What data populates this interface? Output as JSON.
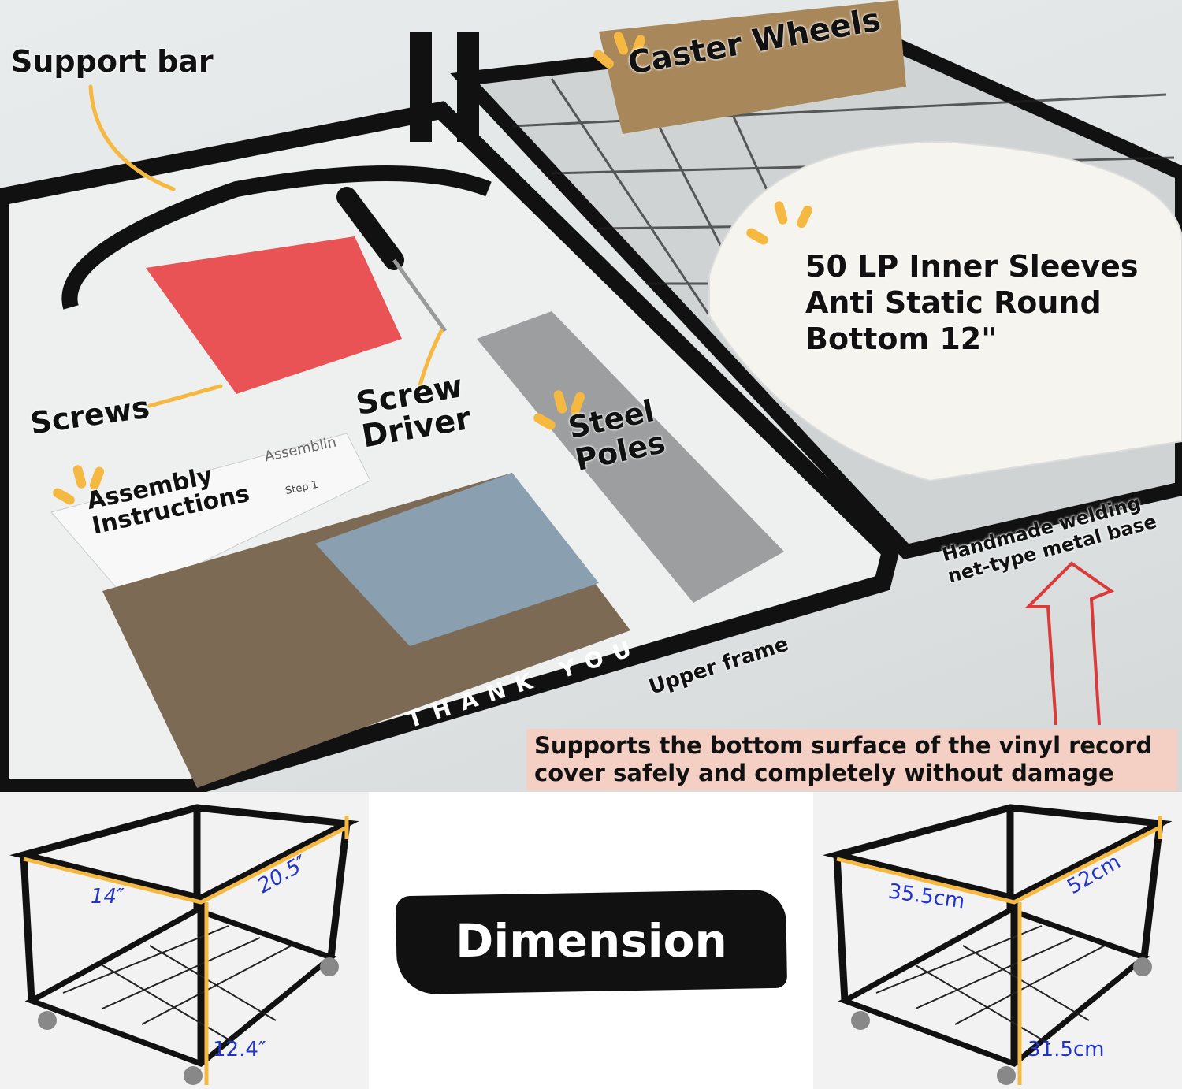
{
  "labels": {
    "support_bar": "Support bar",
    "caster_wheels": "Caster Wheels",
    "inner_sleeves": [
      "50 LP Inner Sleeves",
      "Anti Static Round",
      "Bottom 12\""
    ],
    "screws": "Screws",
    "screw_driver": [
      "Screw",
      "Driver"
    ],
    "steel_poles": [
      "Steel",
      "Poles"
    ],
    "assembly_instructions": [
      "Assembly",
      "Instructions"
    ],
    "handmade_base": [
      "Handmade welding",
      "net-type metal base"
    ],
    "upper_frame": "Upper frame",
    "thank_you_card": "THANK YOU",
    "instruction_sheet_title": "Assemblin",
    "instruction_step": "Step 1",
    "supports_banner": [
      "Supports the bottom surface of the vinyl record",
      "cover safely and completely without damage"
    ]
  },
  "dimension_badge": "Dimension",
  "dimensions_imperial": {
    "width": "14″",
    "length": "20.5″",
    "height": "12.4″"
  },
  "dimensions_metric": {
    "width": "35.5cm",
    "length": "52cm",
    "height": "31.5cm"
  },
  "colors": {
    "accent_orange": "#f5b942",
    "dimension_blue": "#2233cc",
    "arrow_red": "#d93a3a",
    "banner_pink": "#f4cfc4"
  }
}
